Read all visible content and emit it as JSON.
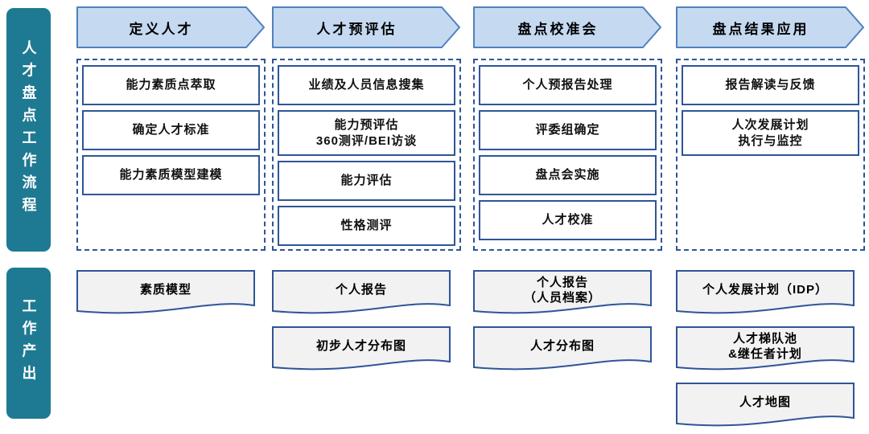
{
  "colors": {
    "sidebar_teal": "#1E7A92",
    "arrow_fill": "#C5D9F1",
    "arrow_border": "#4F81BD",
    "box_border_blue": "#2F5597",
    "doc_fill": "#F2F2F3",
    "text": "#000000"
  },
  "sidebar": {
    "process_label": "人才盘点工作流程",
    "output_label": "工作产出"
  },
  "columns": [
    {
      "header": "定义人才",
      "steps": [
        {
          "lines": [
            "能力素质点萃取"
          ]
        },
        {
          "lines": [
            "确定人才标准"
          ]
        },
        {
          "lines": [
            "能力素质模型建模"
          ]
        }
      ],
      "outputs": [
        {
          "lines": [
            "素质模型"
          ]
        }
      ]
    },
    {
      "header": "人才预评估",
      "steps": [
        {
          "lines": [
            "业绩及人员信息搜集"
          ]
        },
        {
          "lines": [
            "能力预评估",
            "360测评/BEI访谈"
          ]
        },
        {
          "lines": [
            "能力评估"
          ]
        },
        {
          "lines": [
            "性格测评"
          ]
        }
      ],
      "outputs": [
        {
          "lines": [
            "个人报告"
          ]
        },
        {
          "lines": [
            "初步人才分布图"
          ]
        }
      ]
    },
    {
      "header": "盘点校准会",
      "steps": [
        {
          "lines": [
            "个人预报告处理"
          ]
        },
        {
          "lines": [
            "评委组确定"
          ]
        },
        {
          "lines": [
            "盘点会实施"
          ]
        },
        {
          "lines": [
            "人才校准"
          ]
        }
      ],
      "outputs": [
        {
          "lines": [
            "个人报告",
            "（人员档案）"
          ]
        },
        {
          "lines": [
            "人才分布图"
          ]
        }
      ]
    },
    {
      "header": "盘点结果应用",
      "steps": [
        {
          "lines": [
            "报告解读与反馈"
          ]
        },
        {
          "lines": [
            "人次发展计划",
            "执行与监控"
          ]
        }
      ],
      "outputs": [
        {
          "lines": [
            "个人发展计划（IDP）"
          ]
        },
        {
          "lines": [
            "人才梯队池",
            "&继任者计划"
          ]
        },
        {
          "lines": [
            "人才地图"
          ]
        }
      ]
    }
  ]
}
